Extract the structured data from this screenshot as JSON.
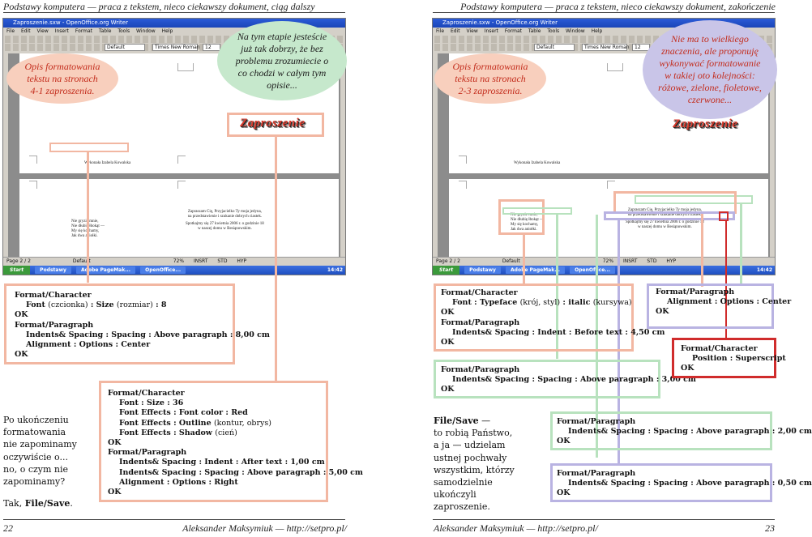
{
  "left_page": {
    "header": "Podstawy komputera — praca z tekstem, nieco ciekawszy dokument, ciąg dalszy",
    "page_number": "22",
    "footer_author": "Aleksander Maksymiuk — ",
    "footer_url": "http://setpro.pl/",
    "bubble_pink": "Opis formatowania tekstu na stronach 4-1 zaproszenia.",
    "bubble_green": "Na tym etapie jesteście już tak dobrzy, że bez problemu zrozumiecie o co chodzi w całym tym opisie...",
    "box1": {
      "l1": "Format/Character",
      "l2a": "Font ",
      "l2b": "(czcionka)",
      "l2c": " : Size ",
      "l2d": "(rozmiar)",
      "l2e": " : 8",
      "l3": "OK",
      "l4": "Format/Paragraph",
      "l5": "Indents& Spacing : Spacing : Above paragraph : 8,00 cm",
      "l6": "Alignment : Options : Center",
      "l7": "OK"
    },
    "box2": {
      "l1": "Format/Character",
      "l2": "Font : Size : 36",
      "l3": "Font Effects : Font color : Red",
      "l4a": "Font Effects : Outline ",
      "l4b": "(kontur, obrys)",
      "l5a": "Font Effects : Shadow ",
      "l5b": "(cień)",
      "l6": "OK",
      "l7": "Format/Paragraph",
      "l8": "Indents& Spacing : Indent : After text : 1,00 cm",
      "l9": "Indents& Spacing : Spacing : Above paragraph : 5,00 cm",
      "l10": "Alignment : Options : Right",
      "l11": "OK"
    },
    "side_q1": "Po ukończeniu",
    "side_q2": "formatowania",
    "side_q3": "nie zapominamy",
    "side_q4": "oczywiście o...",
    "side_q5": "no, o czym nie",
    "side_q6": "zapominamy?",
    "side_a1": "Tak, ",
    "side_a2": "File/Save",
    "side_a3": "."
  },
  "right_page": {
    "header": "Podstawy komputera — praca z tekstem, nieco ciekawszy dokument, zakończenie",
    "page_number": "23",
    "footer_author": "Aleksander Maksymiuk — ",
    "footer_url": "http://setpro.pl/",
    "bubble_pink": "Opis formatowania tekstu na stronach 2-3 zaproszenia.",
    "bubble_lav": "Nie ma to wielkiego znaczenia, ale proponuję wykonywać formatowanie w takiej oto kolejności: różowe, zielone, fioletowe, czerwone...",
    "box_pink1": {
      "l1": "Format/Character",
      "l2a": "Font : Typeface ",
      "l2b": "(krój, styl)",
      "l2c": " : italic ",
      "l2d": "(kursywa)",
      "l3": "OK",
      "l4": "Format/Paragraph",
      "l5": "Indents& Spacing : Indent : Before text : 4,50 cm",
      "l6": "OK"
    },
    "box_green1": {
      "l1": "Format/Paragraph",
      "l2": "Indents& Spacing : Spacing : Above paragraph : 3,00 cm",
      "l3": "OK"
    },
    "box_lav1": {
      "l1": "Format/Paragraph",
      "l2": "Alignment : Options : Center",
      "l3": "OK"
    },
    "box_red": {
      "l1": "Format/Character",
      "l2": "Position : Superscript",
      "l3": "OK"
    },
    "box_green2": {
      "l1": "Format/Paragraph",
      "l2": "Indents& Spacing : Spacing : Above paragraph : 2,00 cm",
      "l3": "OK"
    },
    "box_lav2": {
      "l1": "Format/Paragraph",
      "l2": "Indents& Spacing : Spacing : Above paragraph : 0,50 cm",
      "l3": "OK"
    },
    "side1a": "File/Save",
    "side1b": " —",
    "side2": "to robią Państwo,",
    "side3": "a ja — udzielam",
    "side4": "ustnej pochwały",
    "side5": "wszystkim, którzy",
    "side6": "samodzielnie",
    "side7": "ukończyli",
    "side8": "zaproszenie."
  },
  "screenshot": {
    "title": "Zaproszenie.sxw - OpenOffice.org Writer",
    "menus": [
      "File",
      "Edit",
      "View",
      "Insert",
      "Format",
      "Table",
      "Tools",
      "Window",
      "Help"
    ],
    "style_select": "Default",
    "font_select": "Times New Roman",
    "size_select": "12",
    "zaproszenie": "Zaproszenie",
    "sig": "Wykonała Izabela Kowalska",
    "poem": [
      "Nie gryzie mnie,",
      "Nie dłubię łbokąt —",
      "My się kochamy,",
      "Jak dwa aniołki."
    ],
    "invite": [
      "Zapraszam Cię, Przyjacielko Ty moja jedyna,",
      "na przedstawienie i szukanie dobrych ciastek.",
      "Spotkajmy się 27 kwietnia 2006 r. o godzinie 18",
      "w naszej domu w Besiąnowskim."
    ],
    "status_page": "Page 2 / 2",
    "status_style": "Default",
    "status_zoom": "72%",
    "status_insrt": "INSRT",
    "status_std": "STD",
    "status_hyp": "HYP",
    "taskbar_start": "Start",
    "taskbar_t1": "Podstawy",
    "taskbar_t2": "Adobe PageMak...",
    "taskbar_t3": "OpenOffice...",
    "clock": "14:42"
  }
}
